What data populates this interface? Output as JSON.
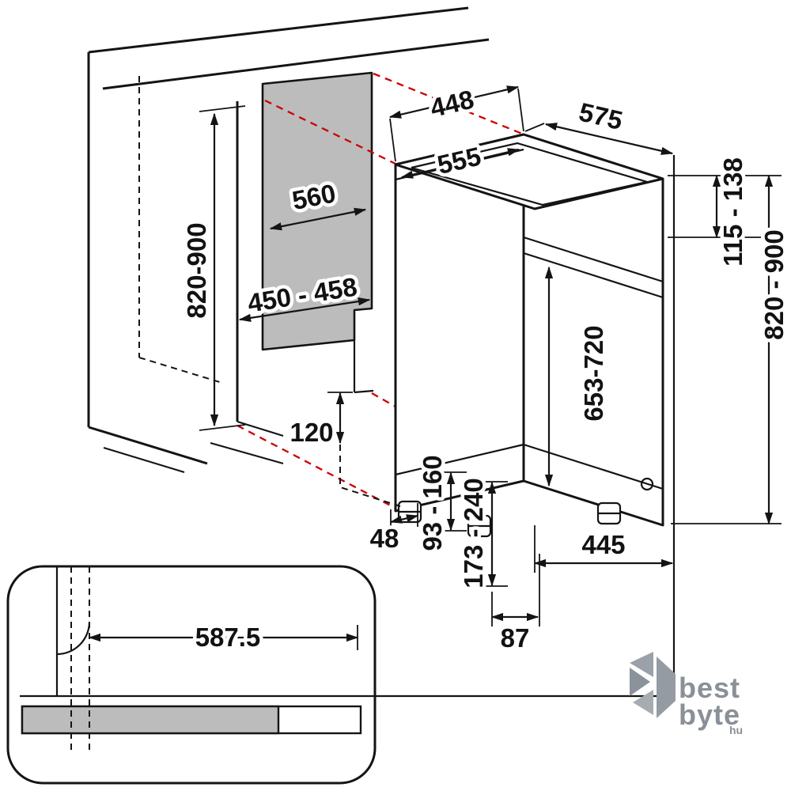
{
  "diagram": {
    "dimensions": {
      "top_width": "448",
      "top_depth": "575",
      "front_width": "555",
      "niche_depth": "560",
      "niche_height": "820-900",
      "niche_width": "450 - 458",
      "top_clearance": "115 - 138",
      "overall_height": "820 - 900",
      "door_height": "653-720",
      "plinth_recess_depth": "120",
      "front_foot_inset": "48",
      "plinth_height_min": "93 - 160",
      "plinth_height_max": "173 - 240",
      "feet_spacing": "445",
      "rear_foot_offset": "87",
      "plinth_cut_width": "587.5"
    },
    "colors": {
      "outline": "#141414",
      "alignment_guides": "#cc0000",
      "panel_fill": "#bcbcbc",
      "watermark": "#8a9097"
    }
  },
  "watermark": {
    "word1": "best",
    "word2": "byte",
    "suffix": "hu"
  }
}
